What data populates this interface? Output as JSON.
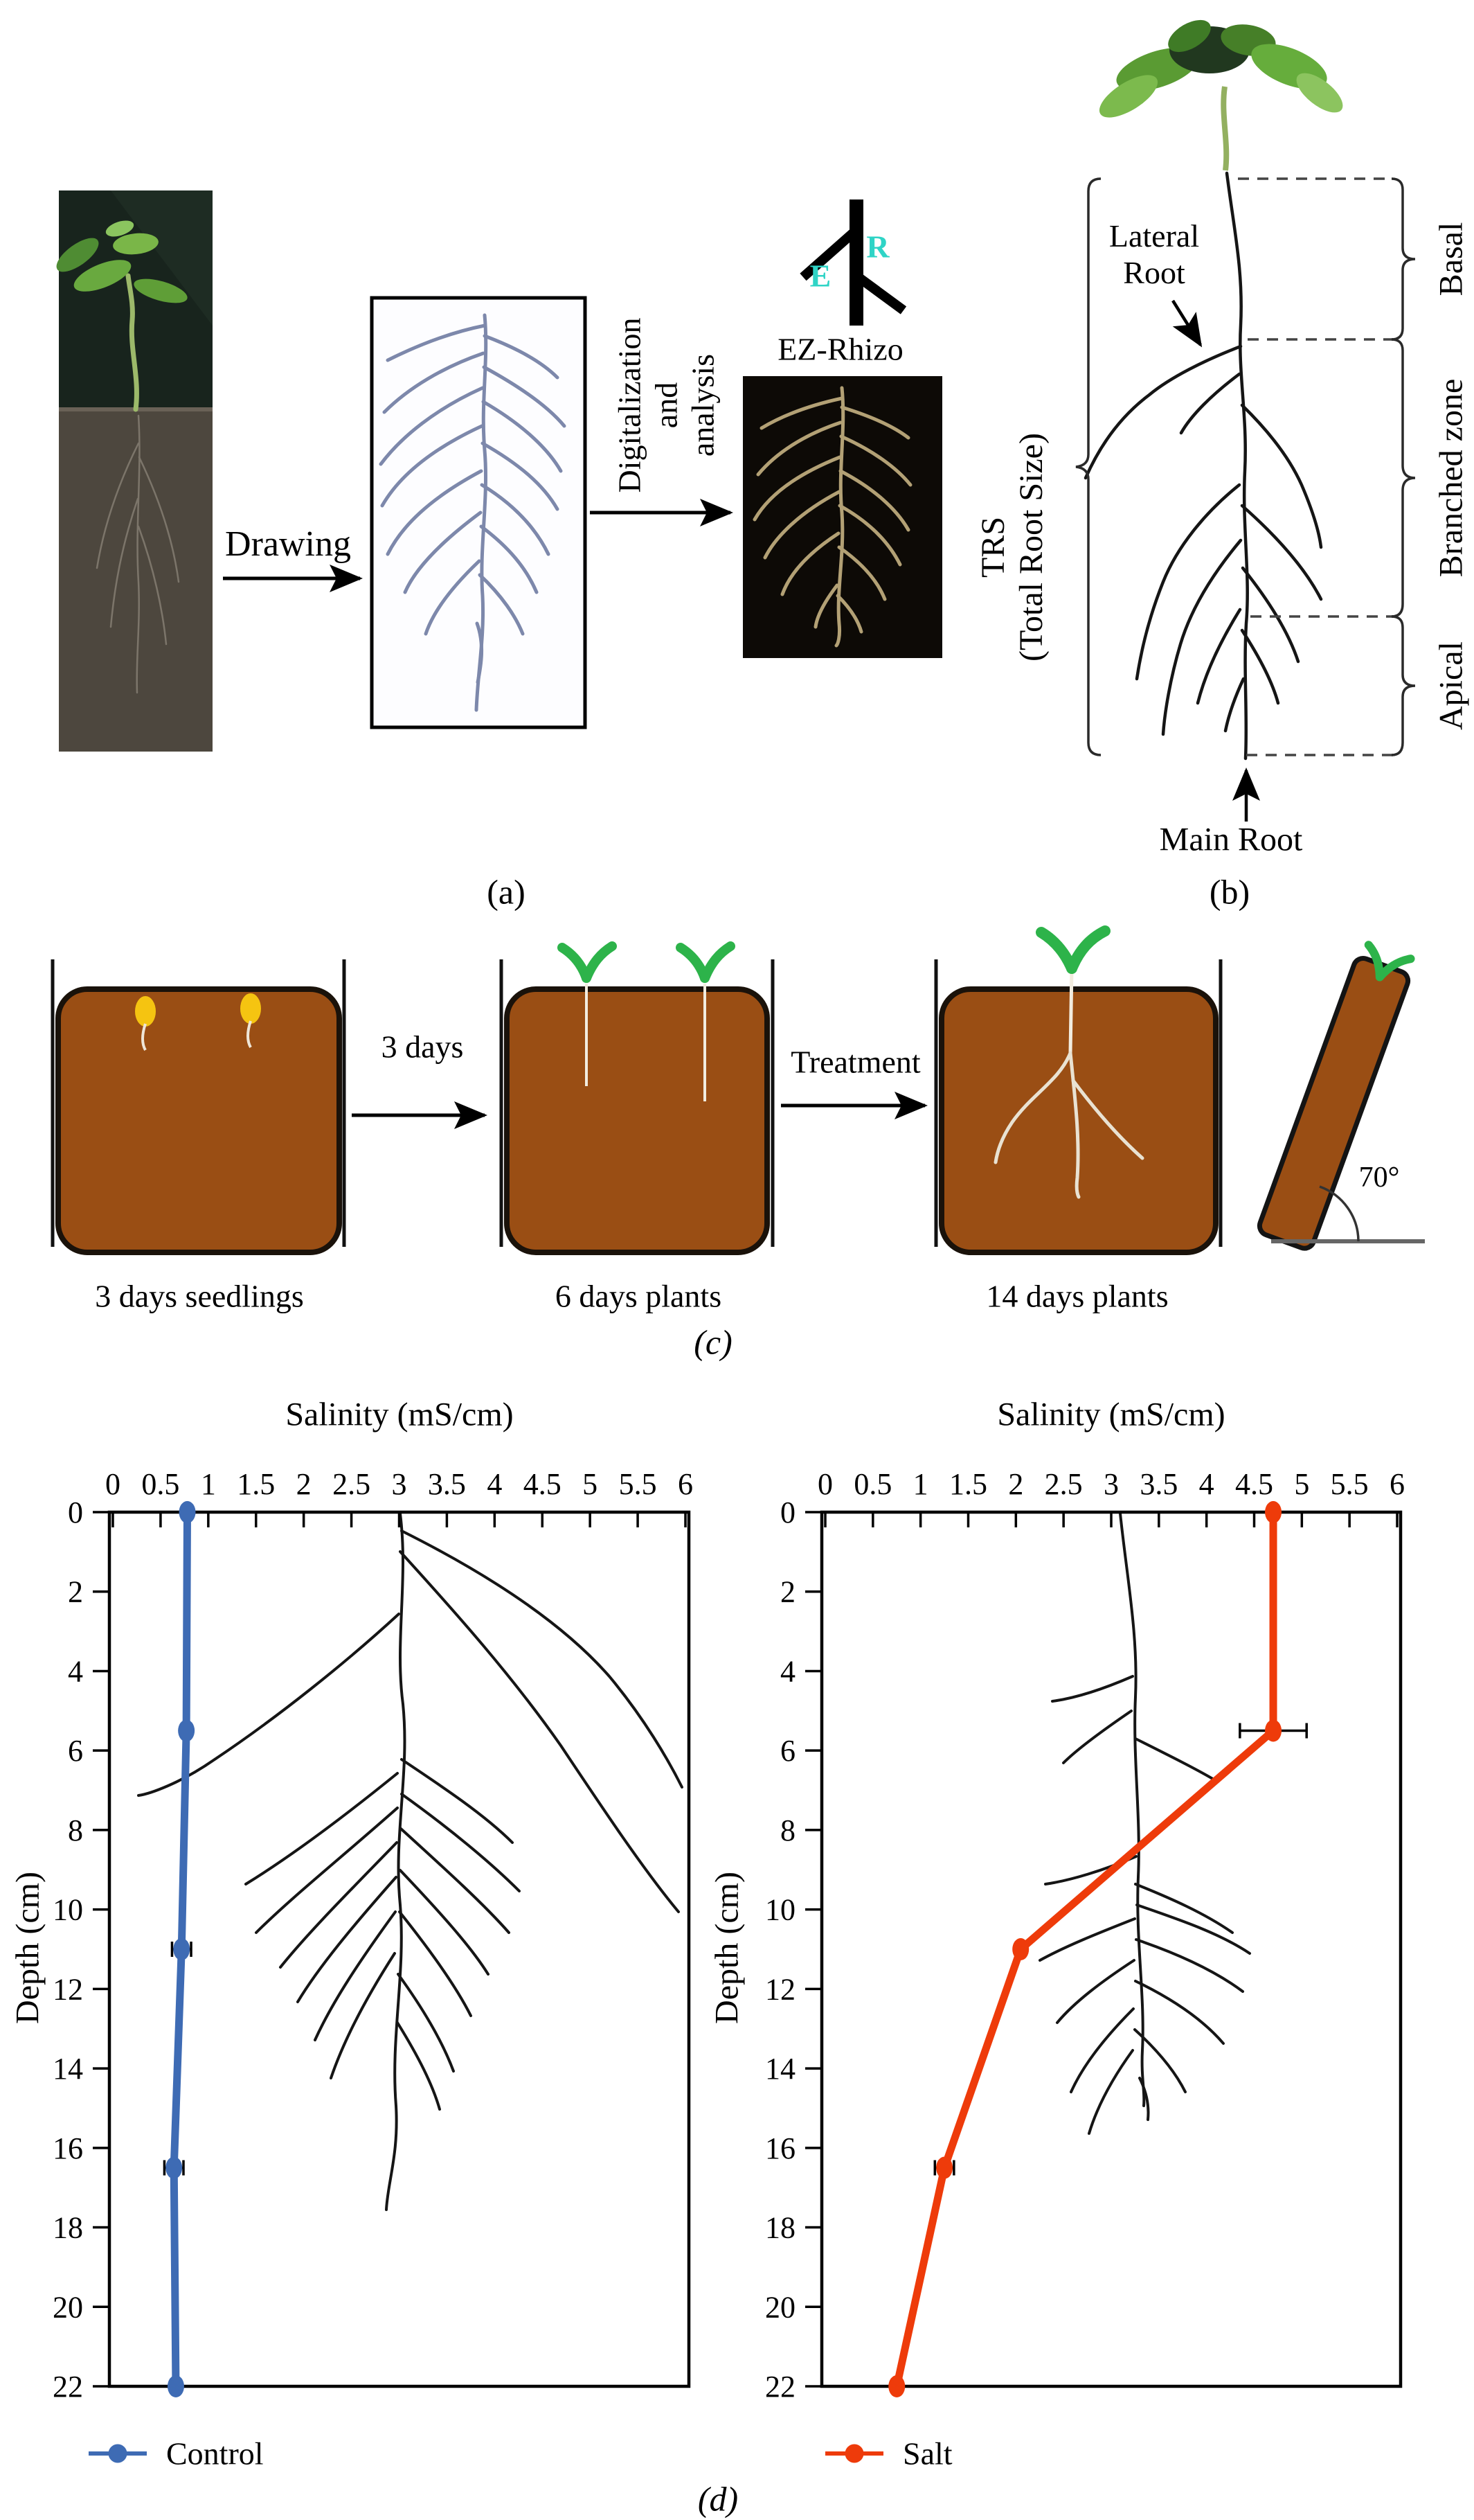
{
  "colors": {
    "control_blue": "#3e6bb4",
    "salt_red": "#ee3b0a",
    "pot_brown": "#9a4e14",
    "seed_yellow": "#f5c411",
    "sprout_green": "#2db34a",
    "logo_cyan": "#2fd4c6",
    "drawing_blue": "#7d88ab",
    "ez_root_tan": "#b3a175"
  },
  "panel_a": {
    "label": "(a)",
    "drawing_arrow": "Drawing",
    "digitalization_lines": [
      "Digitalization",
      "and",
      "analysis"
    ],
    "logo": {
      "e": "E",
      "r": "R",
      "title": "EZ-Rhizo"
    }
  },
  "panel_b": {
    "label": "(b)",
    "lateral_root_lines": [
      "Lateral",
      "Root"
    ],
    "main_root": "Main Root",
    "trs_lines": [
      "TRS",
      "(Total Root Size)"
    ],
    "zones": {
      "basal": "Basal",
      "branched": "Branched zone",
      "apical": "Apical"
    }
  },
  "panel_c": {
    "label": "(c)",
    "stage1_label": "3 days seedlings",
    "stage2_label": "6 days plants",
    "stage3_label": "14 days plants",
    "arrow1_label": "3 days",
    "arrow2_label": "Treatment",
    "angle_label": "70°"
  },
  "panel_d": {
    "label": "(d)"
  },
  "chart_data": [
    {
      "type": "line",
      "title": "Salinity (mS/cm)",
      "xlabel": "Salinity (mS/cm)",
      "ylabel": "Depth (cm)",
      "x_axis_position": "top",
      "grid": false,
      "xlim": [
        0,
        6
      ],
      "xticks": [
        0,
        0.5,
        1,
        1.5,
        2,
        2.5,
        3,
        3.5,
        4,
        4.5,
        5,
        5.5,
        6
      ],
      "ylim": [
        0,
        22
      ],
      "yticks": [
        0,
        2,
        4,
        6,
        8,
        10,
        12,
        14,
        16,
        18,
        20,
        22
      ],
      "legend": {
        "label": "Control",
        "position": "bottom-left"
      },
      "series": [
        {
          "name": "Control",
          "color": "#3e6bb4",
          "points": [
            {
              "x": 0.78,
              "y": 0
            },
            {
              "x": 0.77,
              "y": 5.5
            },
            {
              "x": 0.72,
              "y": 11,
              "xerr": 0.1
            },
            {
              "x": 0.64,
              "y": 16.5,
              "xerr": 0.1
            },
            {
              "x": 0.66,
              "y": 22
            }
          ]
        }
      ]
    },
    {
      "type": "line",
      "title": "Salinity (mS/cm)",
      "xlabel": "Salinity (mS/cm)",
      "ylabel": "Depth (cm)",
      "x_axis_position": "top",
      "grid": false,
      "xlim": [
        0,
        6
      ],
      "xticks": [
        0,
        0.5,
        1,
        1.5,
        2,
        2.5,
        3,
        3.5,
        4,
        4.5,
        5,
        5.5,
        6
      ],
      "ylim": [
        0,
        22
      ],
      "yticks": [
        0,
        2,
        4,
        6,
        8,
        10,
        12,
        14,
        16,
        18,
        20,
        22
      ],
      "legend": {
        "label": "Salt",
        "position": "bottom-left"
      },
      "series": [
        {
          "name": "Salt",
          "color": "#ee3b0a",
          "points": [
            {
              "x": 4.7,
              "y": 0
            },
            {
              "x": 4.7,
              "y": 5.5,
              "xerr": 0.35
            },
            {
              "x": 2.05,
              "y": 11
            },
            {
              "x": 1.25,
              "y": 16.5,
              "xerr": 0.1
            },
            {
              "x": 0.75,
              "y": 22
            }
          ]
        }
      ]
    }
  ]
}
